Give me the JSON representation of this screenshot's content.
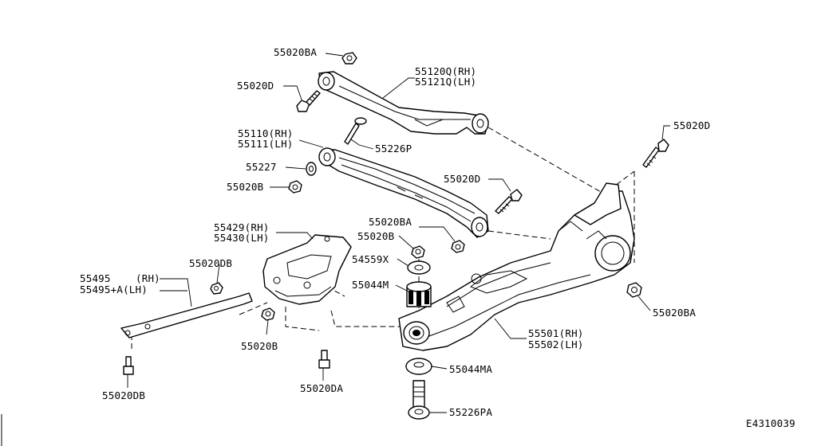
{
  "diagram_id": "E4310039",
  "labels": {
    "p55020ba_top": "55020BA",
    "p55020d_left": "55020D",
    "p55120q": "55120Q(RH)",
    "p55121q": "55121Q(LH)",
    "p55110": "55110(RH)",
    "p55111": "55111(LH)",
    "p55226p": "55226P",
    "p55227": "55227",
    "p55020b_left": "55020B",
    "p55020d_right": "55020D",
    "p55020d_mid": "55020D",
    "p55020ba_mid": "55020BA",
    "p55429": "55429(RH)",
    "p55430": "55430(LH)",
    "p55020b_mid": "55020B",
    "p54559x": "54559X",
    "p55044m": "55044M",
    "p55020db_top": "55020DB",
    "p55495": "55495",
    "p55495_rh": "(RH)",
    "p55495a": "55495+A(LH)",
    "p55020b_bot": "55020B",
    "p55020ba_right": "55020BA",
    "p55501": "55501(RH)",
    "p55502": "55502(LH)",
    "p55044ma": "55044MA",
    "p55020da": "55020DA",
    "p55020db_bot": "55020DB",
    "p55226pa": "55226PA"
  }
}
